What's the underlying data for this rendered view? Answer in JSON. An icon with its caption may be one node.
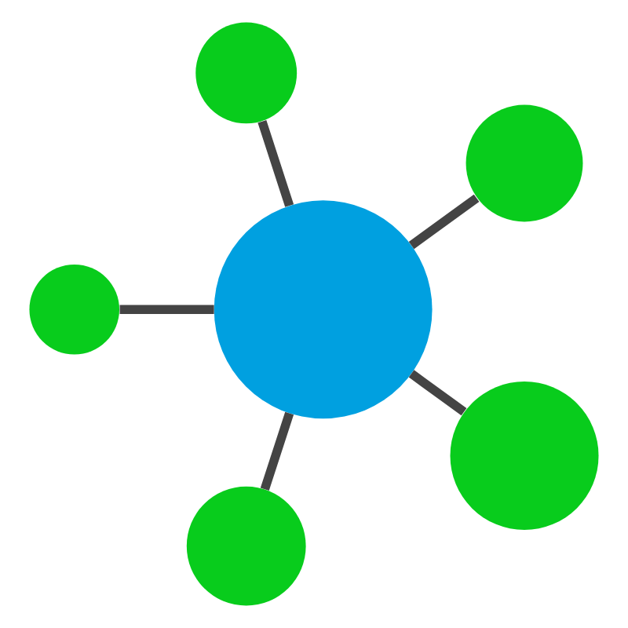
{
  "diagram": {
    "nodes": [
      {
        "text": [],
        "shape": "circle"
      },
      {
        "text": [],
        "shape": "circle"
      },
      {
        "text": [],
        "shape": "circle"
      },
      {
        "text": [],
        "shape": "circle"
      },
      {
        "text": [],
        "shape": "circle"
      },
      {
        "text": [],
        "shape": "circle"
      }
    ],
    "edges": [
      {
        "from": 0,
        "to": 1,
        "arrow": "none"
      },
      {
        "from": 0,
        "to": 2,
        "arrow": "none"
      },
      {
        "from": 0,
        "to": 3,
        "arrow": "none"
      },
      {
        "from": 0,
        "to": 4,
        "arrow": "none"
      },
      {
        "from": 0,
        "to": 5,
        "arrow": "none"
      }
    ]
  }
}
